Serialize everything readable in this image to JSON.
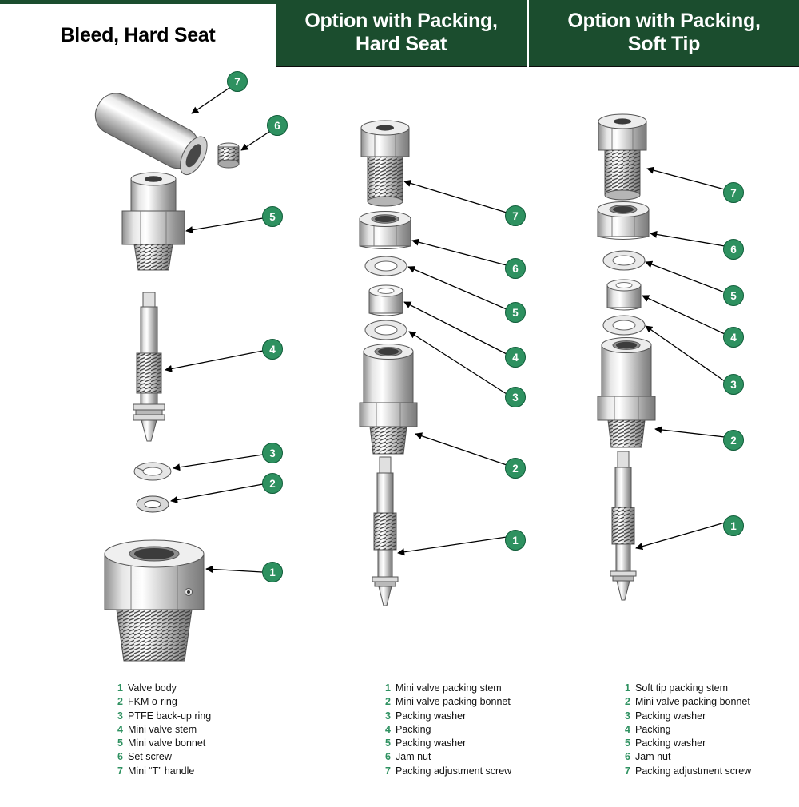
{
  "colors": {
    "header_green": "#1b4d2e",
    "callout_green": "#2e9160"
  },
  "columns": [
    {
      "title": "Bleed, Hard Seat",
      "parts": [
        {
          "num": "1",
          "label": "Valve body"
        },
        {
          "num": "2",
          "label": "FKM o-ring"
        },
        {
          "num": "3",
          "label": "PTFE back-up ring"
        },
        {
          "num": "4",
          "label": "Mini valve stem"
        },
        {
          "num": "5",
          "label": "Mini valve bonnet"
        },
        {
          "num": "6",
          "label": "Set screw"
        },
        {
          "num": "7",
          "label": "Mini “T” handle"
        }
      ]
    },
    {
      "title": "Option with Packing, Hard Seat",
      "parts": [
        {
          "num": "1",
          "label": "Mini valve packing stem"
        },
        {
          "num": "2",
          "label": "Mini valve packing bonnet"
        },
        {
          "num": "3",
          "label": "Packing washer"
        },
        {
          "num": "4",
          "label": "Packing"
        },
        {
          "num": "5",
          "label": "Packing washer"
        },
        {
          "num": "6",
          "label": "Jam nut"
        },
        {
          "num": "7",
          "label": "Packing adjustment screw"
        }
      ]
    },
    {
      "title": "Option with Packing, Soft Tip",
      "parts": [
        {
          "num": "1",
          "label": "Soft tip packing stem"
        },
        {
          "num": "2",
          "label": "Mini valve packing bonnet"
        },
        {
          "num": "3",
          "label": "Packing washer"
        },
        {
          "num": "4",
          "label": "Packing"
        },
        {
          "num": "5",
          "label": "Packing washer"
        },
        {
          "num": "6",
          "label": "Jam nut"
        },
        {
          "num": "7",
          "label": "Packing adjustment screw"
        }
      ]
    }
  ]
}
